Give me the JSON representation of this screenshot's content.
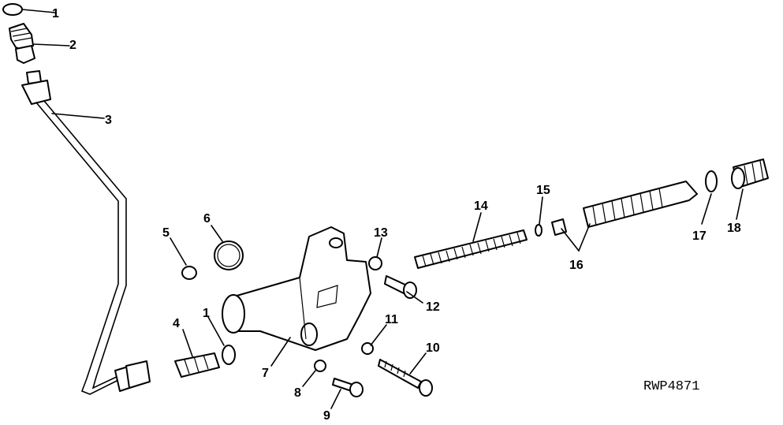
{
  "diagram": {
    "reference_code": "RWP4871",
    "callouts": [
      "1",
      "2",
      "3",
      "4",
      "5",
      "6",
      "1",
      "7",
      "8",
      "9",
      "10",
      "11",
      "12",
      "13",
      "14",
      "15",
      "16",
      "17",
      "18"
    ]
  }
}
